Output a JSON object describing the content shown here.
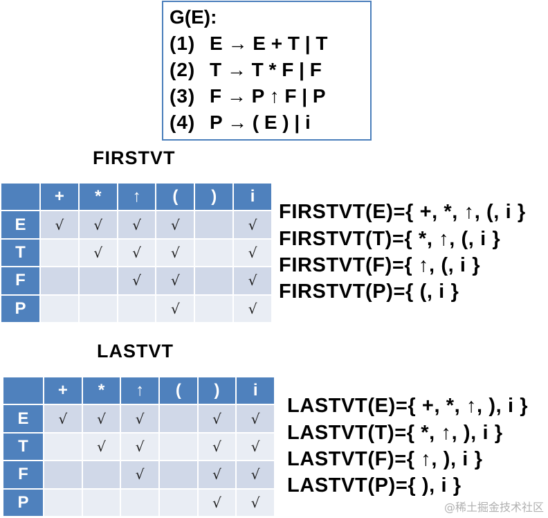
{
  "grammar": {
    "title": "G(E):",
    "rules": [
      {
        "num": "(1)",
        "text": "E → E + T | T"
      },
      {
        "num": "(2)",
        "text": "T → T * F | F"
      },
      {
        "num": "(3)",
        "text": "F → P ↑ F | P"
      },
      {
        "num": "(4)",
        "text": "P → ( E ) | i"
      }
    ]
  },
  "firstvt": {
    "heading": "FIRSTVT",
    "columns": [
      "+",
      "*",
      "↑",
      "(",
      ")",
      "i"
    ],
    "rows": [
      {
        "label": "E",
        "cells": [
          "√",
          "√",
          "√",
          "√",
          "",
          "√"
        ]
      },
      {
        "label": "T",
        "cells": [
          "",
          "√",
          "√",
          "√",
          "",
          "√"
        ]
      },
      {
        "label": "F",
        "cells": [
          "",
          "",
          "√",
          "√",
          "",
          "√"
        ]
      },
      {
        "label": "P",
        "cells": [
          "",
          "",
          "",
          "√",
          "",
          "√"
        ]
      }
    ],
    "sets": [
      "FIRSTVT(E)={ +, *, ↑, (, i }",
      "FIRSTVT(T)={ *, ↑, (, i }",
      "FIRSTVT(F)={ ↑, (, i }",
      "FIRSTVT(P)={ (, i }"
    ]
  },
  "lastvt": {
    "heading": "LASTVT",
    "columns": [
      "+",
      "*",
      "↑",
      "(",
      ")",
      "i"
    ],
    "rows": [
      {
        "label": "E",
        "cells": [
          "√",
          "√",
          "√",
          "",
          "√",
          "√"
        ]
      },
      {
        "label": "T",
        "cells": [
          "",
          "√",
          "√",
          "",
          "√",
          "√"
        ]
      },
      {
        "label": "F",
        "cells": [
          "",
          "",
          "√",
          "",
          "√",
          "√"
        ]
      },
      {
        "label": "P",
        "cells": [
          "",
          "",
          "",
          "",
          "√",
          "√"
        ]
      }
    ],
    "sets": [
      "LASTVT(E)={ +, *, ↑, ), i }",
      "LASTVT(T)={ *, ↑, ), i }",
      "LASTVT(F)={ ↑, ), i }",
      "LASTVT(P)={ ), i }"
    ]
  },
  "watermark": "@稀土掘金技术社区",
  "colors": {
    "header": "#4f81bd",
    "band_dark": "#d0d8e8",
    "band_light": "#e9edf4",
    "box_border": "#4a7ebb",
    "text": "#000000"
  }
}
